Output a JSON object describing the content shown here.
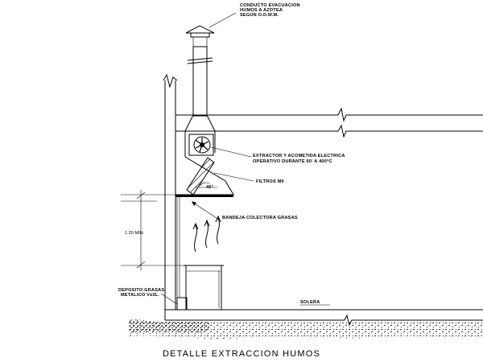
{
  "labels": {
    "chimney": [
      "CONDUCTO EVACUACION",
      "HUMOS A AZOTEA",
      "SEGUN O.D.M.M."
    ],
    "extractor": [
      "EXTRACTOR Y ACOMETIDA ELECTRICA",
      "OPERATIVO DURANTE 60' A 400°C"
    ],
    "filters": "FILTROS M0",
    "angle": "45°",
    "tray": "BANDEJA COLECTORA GRASAS",
    "height": "1.20 MIN.",
    "deposit": [
      "DEPOSITO GRASAS",
      "METALICO V≤3L."
    ],
    "floor": "SOLERA"
  },
  "title": "DETALLE  EXTRACCION  HUMOS"
}
